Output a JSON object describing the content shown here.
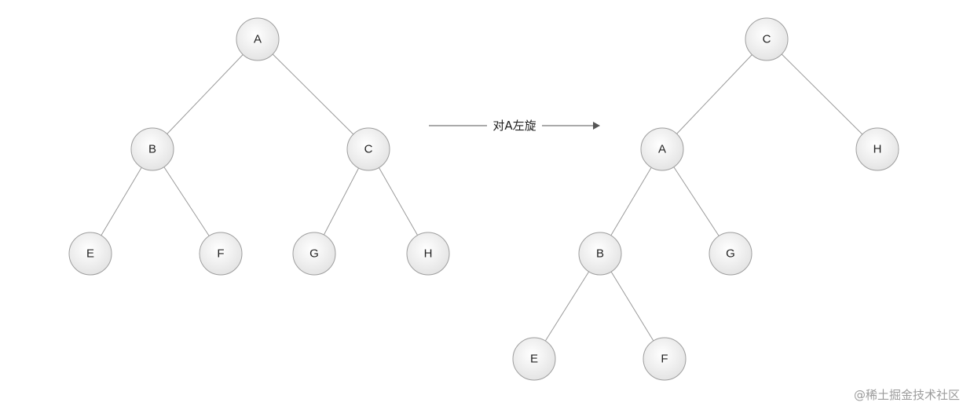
{
  "left_tree": {
    "nodes": [
      {
        "id": "A",
        "label": "A"
      },
      {
        "id": "B",
        "label": "B"
      },
      {
        "id": "C",
        "label": "C"
      },
      {
        "id": "E",
        "label": "E"
      },
      {
        "id": "F",
        "label": "F"
      },
      {
        "id": "G",
        "label": "G"
      },
      {
        "id": "H",
        "label": "H"
      }
    ],
    "edges": [
      [
        "A",
        "B"
      ],
      [
        "A",
        "C"
      ],
      [
        "B",
        "E"
      ],
      [
        "B",
        "F"
      ],
      [
        "C",
        "G"
      ],
      [
        "C",
        "H"
      ]
    ]
  },
  "right_tree": {
    "nodes": [
      {
        "id": "C",
        "label": "C"
      },
      {
        "id": "A",
        "label": "A"
      },
      {
        "id": "H",
        "label": "H"
      },
      {
        "id": "B",
        "label": "B"
      },
      {
        "id": "G",
        "label": "G"
      },
      {
        "id": "E",
        "label": "E"
      },
      {
        "id": "F",
        "label": "F"
      }
    ],
    "edges": [
      [
        "C",
        "A"
      ],
      [
        "C",
        "H"
      ],
      [
        "A",
        "B"
      ],
      [
        "A",
        "G"
      ],
      [
        "B",
        "E"
      ],
      [
        "B",
        "F"
      ]
    ]
  },
  "arrow": {
    "label": "对A左旋"
  },
  "watermark": "@稀土掘金技术社区",
  "colors": {
    "node_fill_light": "#ffffff",
    "node_fill_dark": "#e6e6e6",
    "node_stroke": "#9e9e9e",
    "edge": "#9a9a9a",
    "arrow": "#555555",
    "watermark": "#9b9b9b"
  }
}
